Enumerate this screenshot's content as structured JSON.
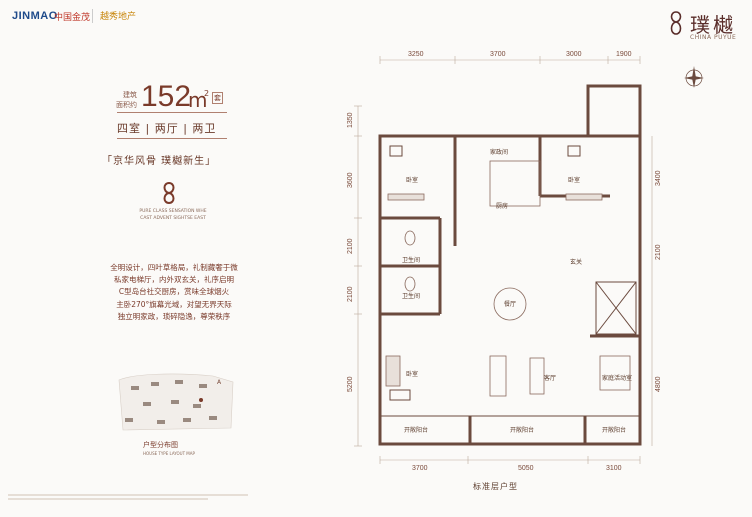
{
  "header": {
    "logo_jinmao": "JINMAO",
    "logo_jinmao_cn": "中国金茂",
    "logo_partner": "越秀地产",
    "brand_name": "璞樾",
    "brand_en": "CHINA PUYUE"
  },
  "unit": {
    "area_label_1": "建筑",
    "area_label_2": "面积约",
    "area_value": "152",
    "area_unit": "m",
    "area_sup": "2",
    "area_tag": "套",
    "rooms": "四室 | 两厅 | 两卫",
    "slogan": "「京华风骨  璞樾新生」",
    "small_text_1": "PURE CLASS SENSATION WHE",
    "small_text_2": "CAST ADVENT SIGHTSE EAST",
    "description": [
      "全明设计，四叶草格局，礼制藏奢于微",
      "私家电梯厅，内外双玄关，礼序启明",
      "C型岛台社交厨房，赏味全球烟火",
      "主卧270°旗幕光域，对望无界天际",
      "独立明家政，琐碎隐逸，尊荣秩序"
    ],
    "keyplan_caption": "户型分布图",
    "keyplan_caption_en": "HOUSE TYPE LAYOUT MAP",
    "keyplan_marker": "A"
  },
  "plan": {
    "caption": "标准层户型",
    "top_dims": [
      "3250",
      "3700",
      "3000",
      "1900"
    ],
    "bottom_dims": [
      "3700",
      "5050",
      "3100"
    ],
    "left_dims": [
      "1350",
      "3600",
      "2100",
      "2100",
      "5200"
    ],
    "right_dims": [
      "3400",
      "2100",
      "4800"
    ],
    "rooms": {
      "bedroom_nw": "卧室",
      "kitchen": "厨房",
      "housekeeping": "家政间",
      "bedroom_ne": "卧室",
      "bath1": "卫生间",
      "bath2": "卫生间",
      "dining": "餐厅",
      "foyer": "玄关",
      "bedroom_sw": "卧室",
      "living": "客厅",
      "family": "家庭活动室",
      "balcony1": "开敞阳台",
      "balcony2": "开敞阳台",
      "balcony3": "开敞阳台"
    }
  },
  "colors": {
    "wall": "#6b4a3e",
    "accent": "#7a3a2a",
    "background": "#fbfaf8"
  }
}
